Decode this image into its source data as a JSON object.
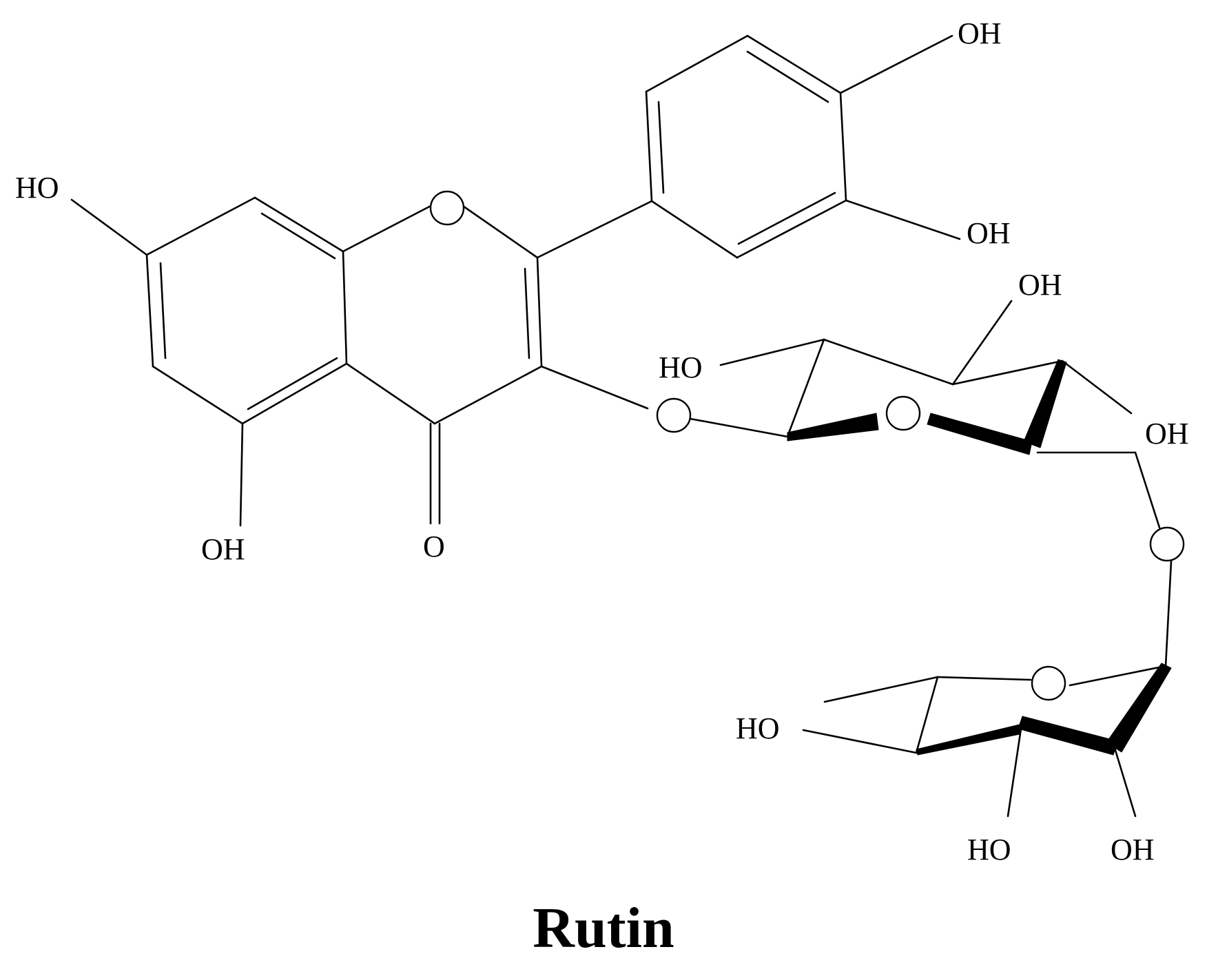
{
  "molecule": {
    "name": "Rutin",
    "labels": {
      "oh_b_para": "OH",
      "oh_b_meta": "OH",
      "ho_a7": "HO",
      "oh_a5": "OH",
      "carbonyl_o": "O",
      "glc_oh_top": "OH",
      "glc_ho_left": "HO",
      "glc_oh_right": "OH",
      "rha_ho_left": "HO",
      "rha_ho_bottom": "HO",
      "rha_oh_bottom": "OH"
    }
  }
}
